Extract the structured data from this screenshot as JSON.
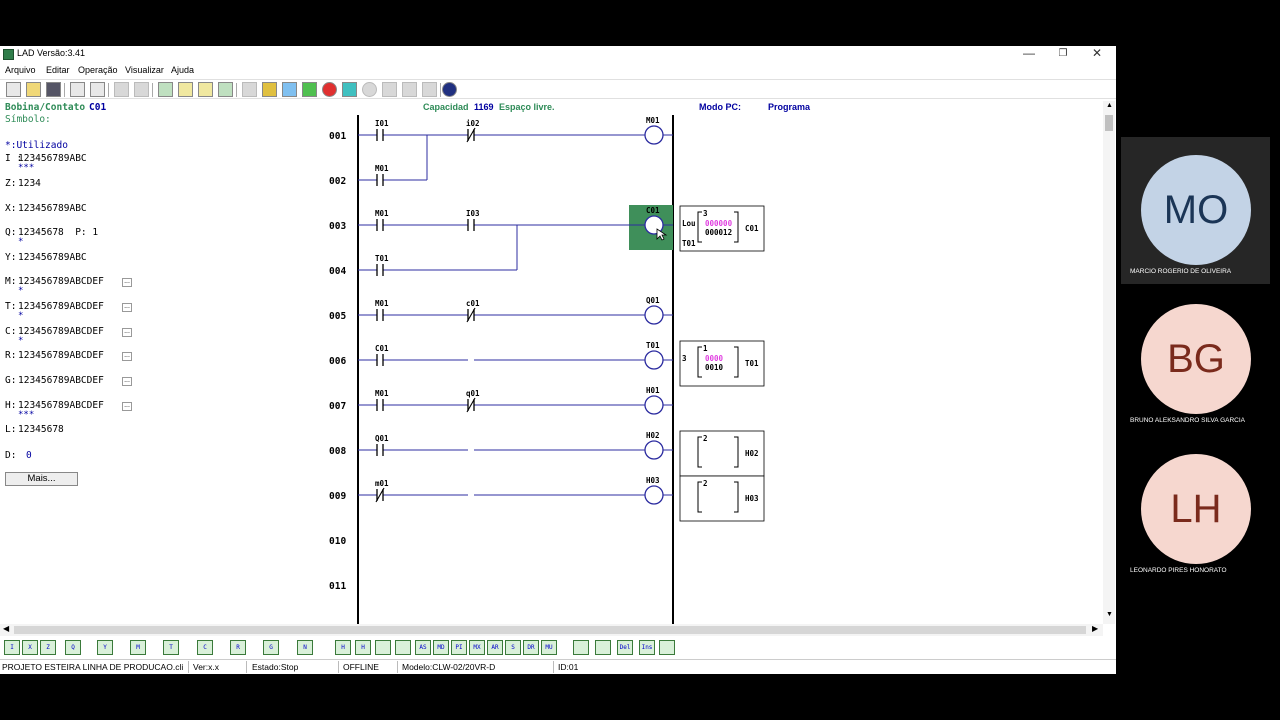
{
  "window": {
    "title": "LAD Versão:3.41",
    "controls": {
      "minimize": "—",
      "maximize": "❐",
      "close": "✕"
    }
  },
  "menu": [
    "Arquivo",
    "Editar",
    "Operação",
    "Visualizar",
    "Ajuda"
  ],
  "info": {
    "bobina_label": "Bobina/Contato",
    "bobina_value": "C01",
    "capacidade_label": "Capacidad",
    "capacidade_value": "1169",
    "espaco": "Espaço livre.",
    "modo_label": "Modo PC:",
    "modo_value": "Programa"
  },
  "left_panel": {
    "simbolo": "Símbolo:",
    "utilizado": "*:Utilizado",
    "rows": [
      {
        "label": "I :",
        "value": "123456789ABC",
        "stars": "***"
      },
      {
        "label": "Z:",
        "value": "1234",
        "stars": ""
      },
      {
        "label": "X:",
        "value": "123456789ABC",
        "stars": ""
      },
      {
        "label": "Q:",
        "value": "12345678  P: 1",
        "stars": "*"
      },
      {
        "label": "Y:",
        "value": "123456789ABC",
        "stars": ""
      },
      {
        "label": "M:",
        "value": "123456789ABCDEF",
        "stars": "*"
      },
      {
        "label": "T:",
        "value": "123456789ABCDEF",
        "stars": "*"
      },
      {
        "label": "C:",
        "value": "123456789ABCDEF",
        "stars": "*"
      },
      {
        "label": "R:",
        "value": "123456789ABCDEF",
        "stars": ""
      },
      {
        "label": "G:",
        "value": "123456789ABCDEF",
        "stars": ""
      },
      {
        "label": "H:",
        "value": "123456789ABCDEF",
        "stars": "***"
      },
      {
        "label": "L:",
        "value": "12345678",
        "stars": ""
      }
    ],
    "d_label": "D:",
    "d_value": "0",
    "mais_button": "Mais..."
  },
  "ladder": {
    "rung_numbers": [
      "001",
      "002",
      "003",
      "004",
      "005",
      "006",
      "007",
      "008",
      "009",
      "010",
      "011"
    ],
    "contacts": [
      {
        "label": "I01",
        "type": "NO"
      },
      {
        "label": "i02",
        "type": "NC"
      },
      {
        "label": "M01",
        "type": "NO"
      },
      {
        "label": "M01",
        "type": "NO"
      },
      {
        "label": "I03",
        "type": "NO"
      },
      {
        "label": "T01",
        "type": "NO"
      },
      {
        "label": "M01",
        "type": "NO"
      },
      {
        "label": "c01",
        "type": "NC"
      },
      {
        "label": "C01",
        "type": "NO"
      },
      {
        "label": "M01",
        "type": "NO"
      },
      {
        "label": "q01",
        "type": "NC"
      },
      {
        "label": "Q01",
        "type": "NO"
      },
      {
        "label": "m01",
        "type": "NC"
      }
    ],
    "coils": [
      "M01",
      "C01",
      "Q01",
      "T01",
      "H01",
      "H02",
      "H03"
    ],
    "function_blocks": [
      {
        "name": "C01",
        "preset": "3",
        "value1": "000000",
        "value2": "000012",
        "in1": "Lou",
        "in2": "T01"
      },
      {
        "name": "T01",
        "preset": "1",
        "value1": "0000",
        "value2": "0010",
        "in1": "3",
        "in2": ""
      },
      {
        "name": "H02",
        "preset": "2",
        "value1": "",
        "value2": "",
        "in1": "",
        "in2": ""
      },
      {
        "name": "H03",
        "preset": "2",
        "value1": "",
        "value2": "",
        "in1": "",
        "in2": ""
      }
    ]
  },
  "bottom_toolbar": [
    "I",
    "X",
    "Z",
    "Q",
    "Y",
    "M",
    "T",
    "C",
    "R",
    "G",
    "N",
    "H",
    "H",
    "",
    "",
    "AS",
    "MD",
    "PI",
    "MX",
    "AR",
    "S",
    "DR",
    "MU",
    "",
    "",
    "Del",
    "Ins",
    ""
  ],
  "status": {
    "project": "PROJETO ESTEIRA LINHA DE PRODUCAO.cli",
    "version": "Ver:x.x",
    "estado": "Estado:Stop",
    "mode": "OFFLINE",
    "modelo": "Modelo:CLW-02/20VR-D",
    "id": "ID:01"
  },
  "participants": [
    {
      "initials": "MO",
      "name": "MARCIO ROGERIO DE OLIVEIRA",
      "bg": "#c3d3e6",
      "fg": "#1b3556"
    },
    {
      "initials": "BG",
      "name": "BRUNO ALEKSANDRO SILVA GARCIA",
      "bg": "#f6d7cf",
      "fg": "#7a2a1c"
    },
    {
      "initials": "LH",
      "name": "LEONARDO PIRES HONORATO",
      "bg": "#f6d7cf",
      "fg": "#7a2a1c"
    }
  ],
  "colors": {
    "ladder_line": "#2c2ca0",
    "highlight": "#3f8f5a",
    "pink": "#e040e0",
    "info_green": "#2e8b57",
    "info_blue": "#0000a0"
  }
}
